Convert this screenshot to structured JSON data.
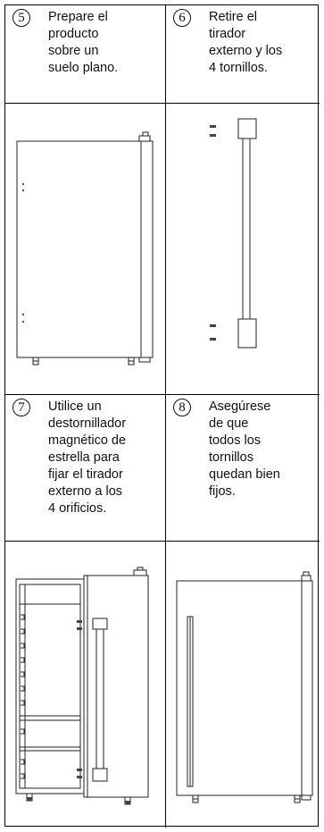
{
  "steps": [
    {
      "number": "5",
      "text": "Prepare el\nproducto\nsobre un\nsuelo plano."
    },
    {
      "number": "6",
      "text": "Retire el\ntirador\nexterno y los\n4 tornillos."
    },
    {
      "number": "7",
      "text": "Utilice un\ndestornillador\nmagnético de\nestrella para\nfijar el tirador\nexterno a los\n4 orificios."
    },
    {
      "number": "8",
      "text": "Asegúrese\nde que\ntodos los\ntornillos\nquedan bien\nfijos."
    }
  ],
  "figures": [
    {
      "name": "fridge-without-handle"
    },
    {
      "name": "handle-and-screws"
    },
    {
      "name": "open-door-fixing-handle"
    },
    {
      "name": "fridge-with-handle"
    }
  ]
}
